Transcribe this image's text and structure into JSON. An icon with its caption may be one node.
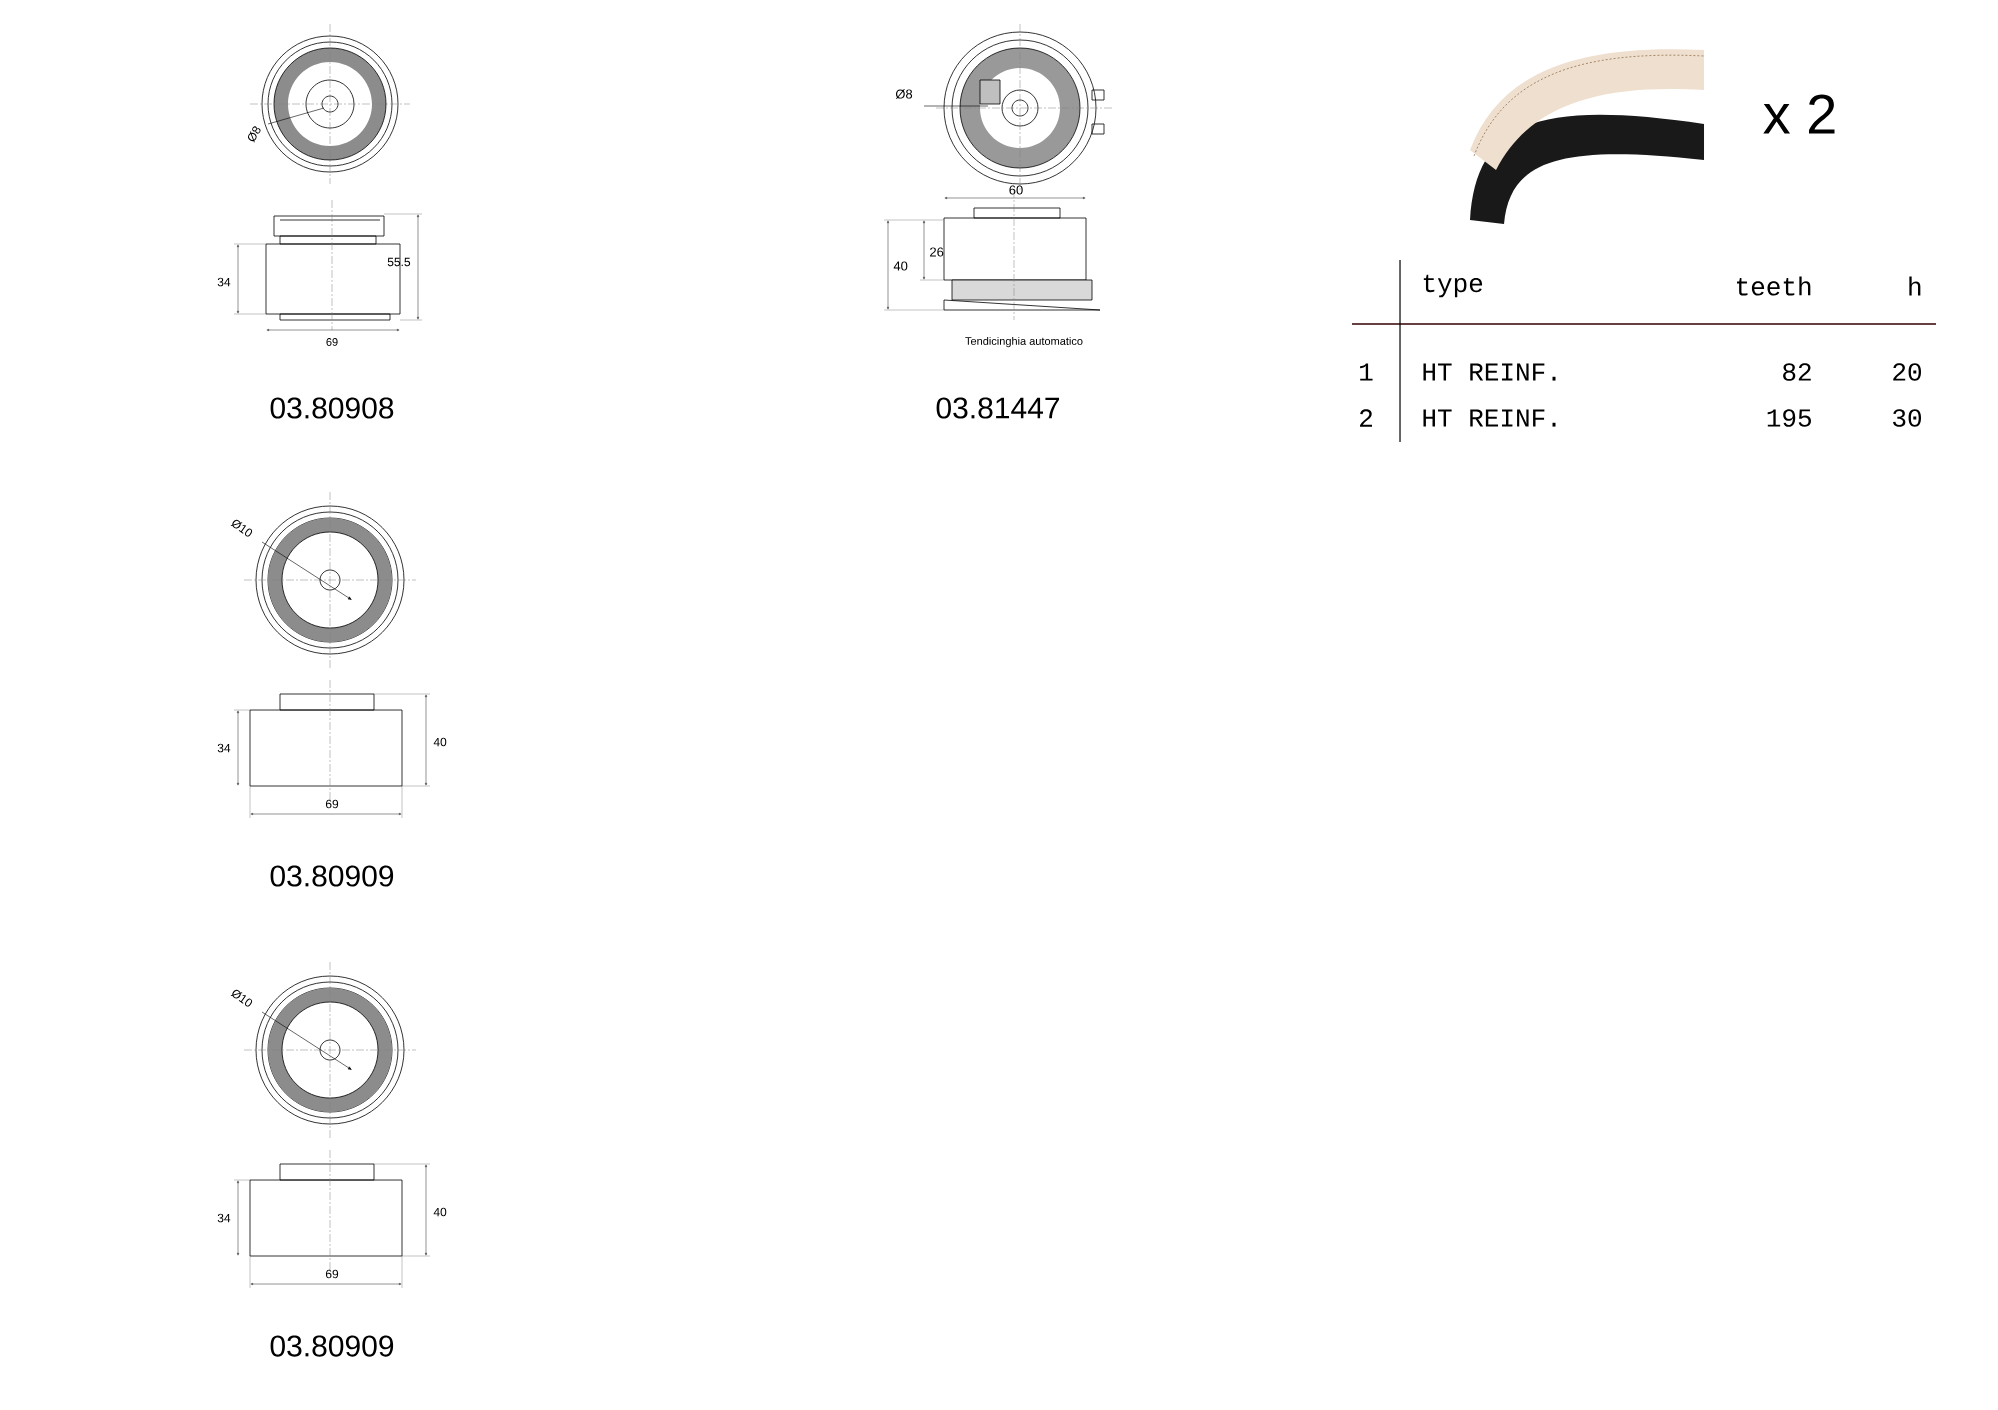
{
  "diagram": {
    "labels": [
      "Ø8",
      "55.5",
      "34",
      "69",
      "03.80908",
      "Ø8",
      "60",
      "40",
      "26",
      "Tendicinghia automatico",
      "03.81447",
      "x 2",
      "type",
      "teeth",
      "h",
      "1",
      "HT REINF.",
      "82",
      "20",
      "2",
      "HT REINF.",
      "195",
      "30",
      "Ø10",
      "34",
      "40",
      "69",
      "03.80909",
      "Ø10",
      "34",
      "40",
      "69",
      "03.80909"
    ]
  }
}
